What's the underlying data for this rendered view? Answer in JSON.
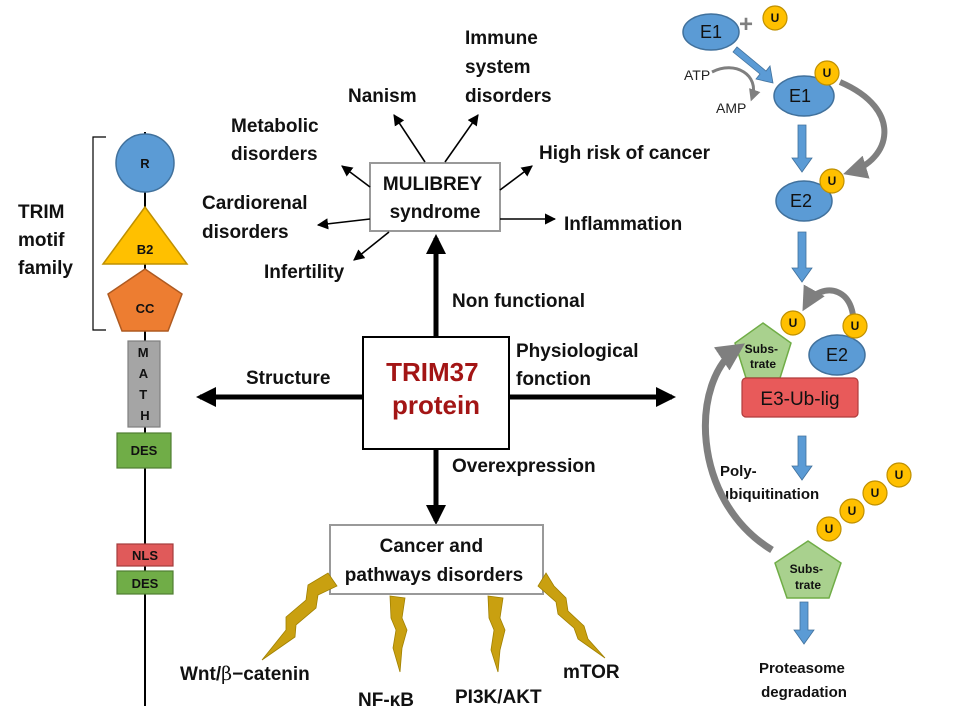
{
  "colors": {
    "domain_r": "#5b9bd5",
    "domain_b2": "#ffc000",
    "domain_cc": "#ed7d31",
    "domain_math": "#a5a5a5",
    "domain_des": "#70ad47",
    "domain_nls": "#e05a5a",
    "enzyme": "#5b9bd5",
    "ubiquitin": "#ffc000",
    "substrate": "#a9d18e",
    "e3_ligase": "#e85a5a",
    "center_text": "#a31515",
    "lightning": "#c9a010",
    "flow_arrow": "#5b9bd5"
  },
  "left_panel": {
    "family_label": [
      "TRIM",
      "motif",
      "family"
    ],
    "domains": {
      "r": "R",
      "b2": "B2",
      "cc": "CC",
      "math": [
        "M",
        "A",
        "T",
        "H"
      ],
      "des1": "DES",
      "nls": "NLS",
      "des2": "DES"
    }
  },
  "center": {
    "protein_lines": [
      "TRIM37",
      "protein"
    ],
    "syndrome_lines": [
      "MULIBREY",
      "syndrome"
    ],
    "cancer_lines": [
      "Cancer and",
      "pathways disorders"
    ],
    "arrow_labels": {
      "up": "Non functional",
      "down": "Overexpression",
      "left": "Structure",
      "right_lines": [
        "Physiological",
        "fonction"
      ]
    },
    "syndrome_effects": {
      "nanism": "Nanism",
      "immune": [
        "Immune",
        "system",
        "disorders"
      ],
      "metabolic": [
        "Metabolic",
        "disorders"
      ],
      "cancer_risk": "High risk of cancer",
      "cardiorenal": [
        "Cardiorenal",
        "disorders"
      ],
      "inflammation": "Inflammation",
      "infertility": "Infertility"
    },
    "pathways": {
      "wnt_prefix": "Wnt/",
      "wnt_beta": "β",
      "wnt_suffix": "−catenin",
      "nfkb": "NF-κB",
      "pi3k": "PI3K/AKT",
      "mtor": "mTOR"
    }
  },
  "right_panel": {
    "e1_free": "E1",
    "plus": "+",
    "ub": "U",
    "atp": "ATP",
    "amp": "AMP",
    "e1_bound": "E1",
    "e2_bound": "E2",
    "substrate_lines": [
      "Subs-",
      "trate"
    ],
    "e2_complex": "E2",
    "e3": "E3-Ub-lig",
    "poly_lines": [
      "Poly-",
      "ubiquitination"
    ],
    "proteasome_lines": [
      "Proteasome",
      "degradation"
    ]
  }
}
